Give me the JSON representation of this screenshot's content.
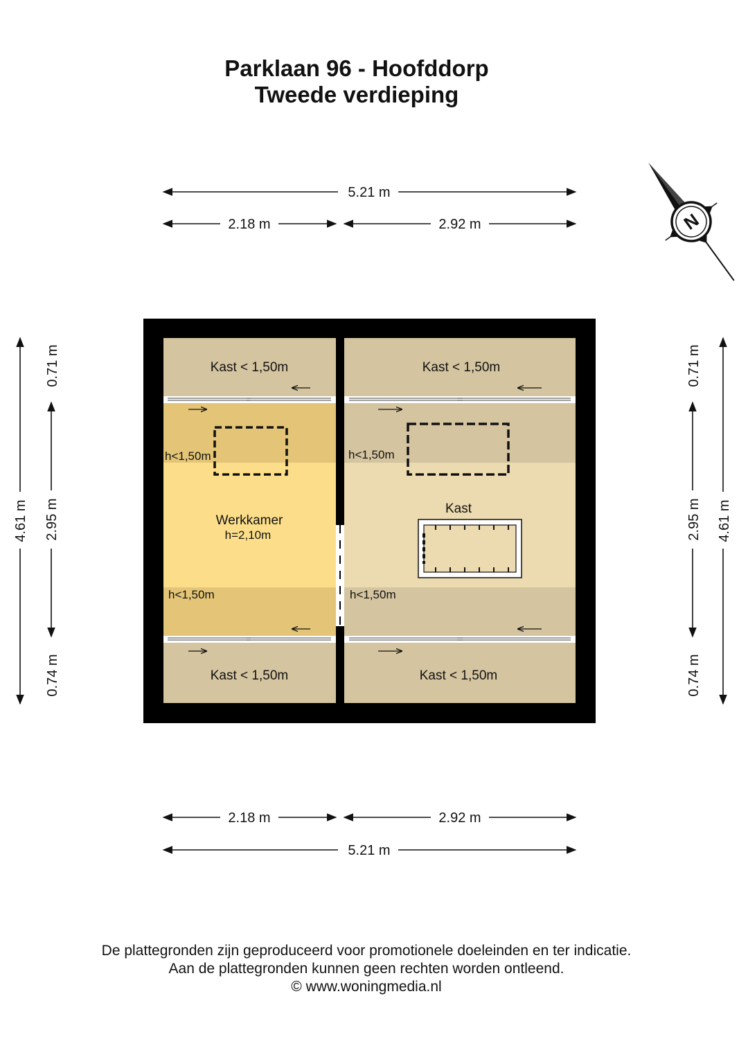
{
  "title": {
    "line1": "Parklaan 96 - Hoofddorp",
    "line2": "Tweede verdieping"
  },
  "dimensions": {
    "top_total": "5.21 m",
    "top_left": "2.18 m",
    "top_right": "2.92 m",
    "bottom_left": "2.18 m",
    "bottom_right": "2.92 m",
    "bottom_total": "5.21 m",
    "left_total": "4.61 m",
    "left_top": "0.71 m",
    "left_middle": "2.95 m",
    "left_bottom": "0.74 m",
    "right_total": "4.61 m",
    "right_top": "0.71 m",
    "right_middle": "2.95 m",
    "right_bottom": "0.74 m"
  },
  "rooms": {
    "kast_top_left": "Kast < 1,50m",
    "kast_top_right": "Kast < 1,50m",
    "kast_bottom_left": "Kast < 1,50m",
    "kast_bottom_right": "Kast < 1,50m",
    "werkkamer_name": "Werkkamer",
    "werkkamer_height": "h=2,10m",
    "kast_center": "Kast",
    "low_tl": "h<1,50m",
    "low_tr": "h<1,50m",
    "low_bl": "h<1,50m",
    "low_br": "h<1,50m"
  },
  "compass": {
    "letter": "N"
  },
  "colors": {
    "wall": "#000000",
    "kast": "#d4c4a0",
    "werkkamer": "#fcde8a",
    "werkkamer_low": "#e4c577",
    "room_right": "#ecdab0",
    "room_right_low": "#d4c4a0"
  },
  "disclaimer": {
    "line1": "De plattegronden zijn geproduceerd voor promotionele doeleinden en ter indicatie.",
    "line2": "Aan de plattegronden kunnen geen rechten worden ontleend.",
    "line3": "© www.woningmedia.nl"
  }
}
